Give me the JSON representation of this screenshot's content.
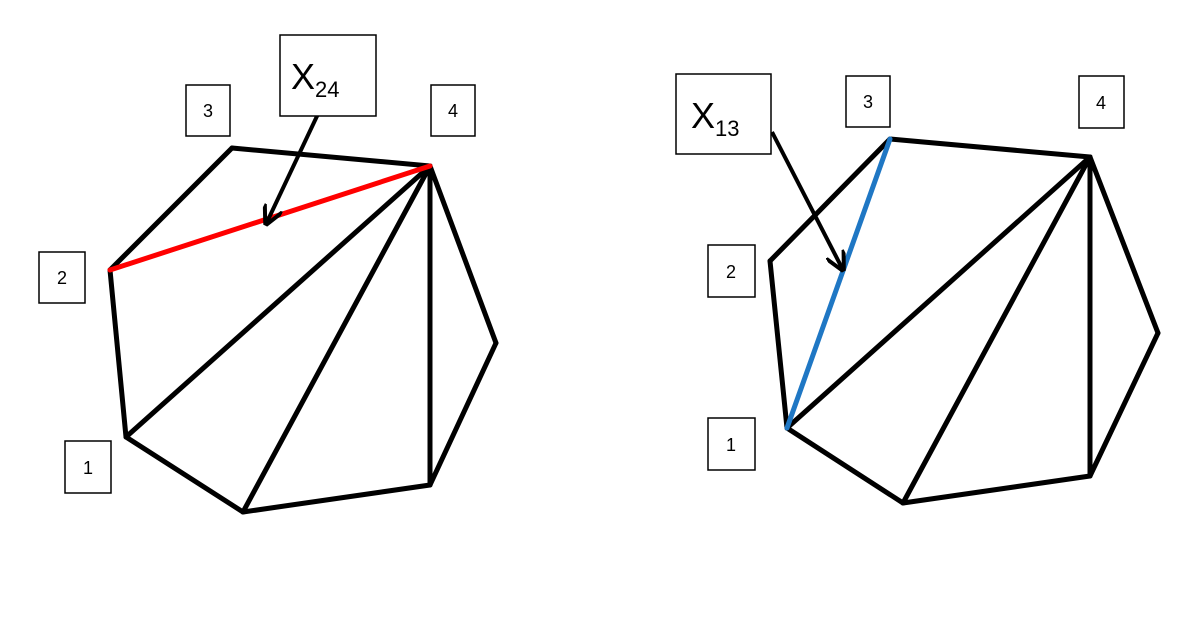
{
  "colors": {
    "outline": "#000000",
    "flip_left": "#ff0000",
    "flip_right": "#1f77c4"
  },
  "left": {
    "labels": {
      "v1": "1",
      "v2": "2",
      "v3": "3",
      "v4": "4",
      "callout_main": "X",
      "callout_sub": "24"
    }
  },
  "right": {
    "labels": {
      "v1": "1",
      "v2": "2",
      "v3": "3",
      "v4": "4",
      "callout_main": "X",
      "callout_sub": "13"
    }
  }
}
